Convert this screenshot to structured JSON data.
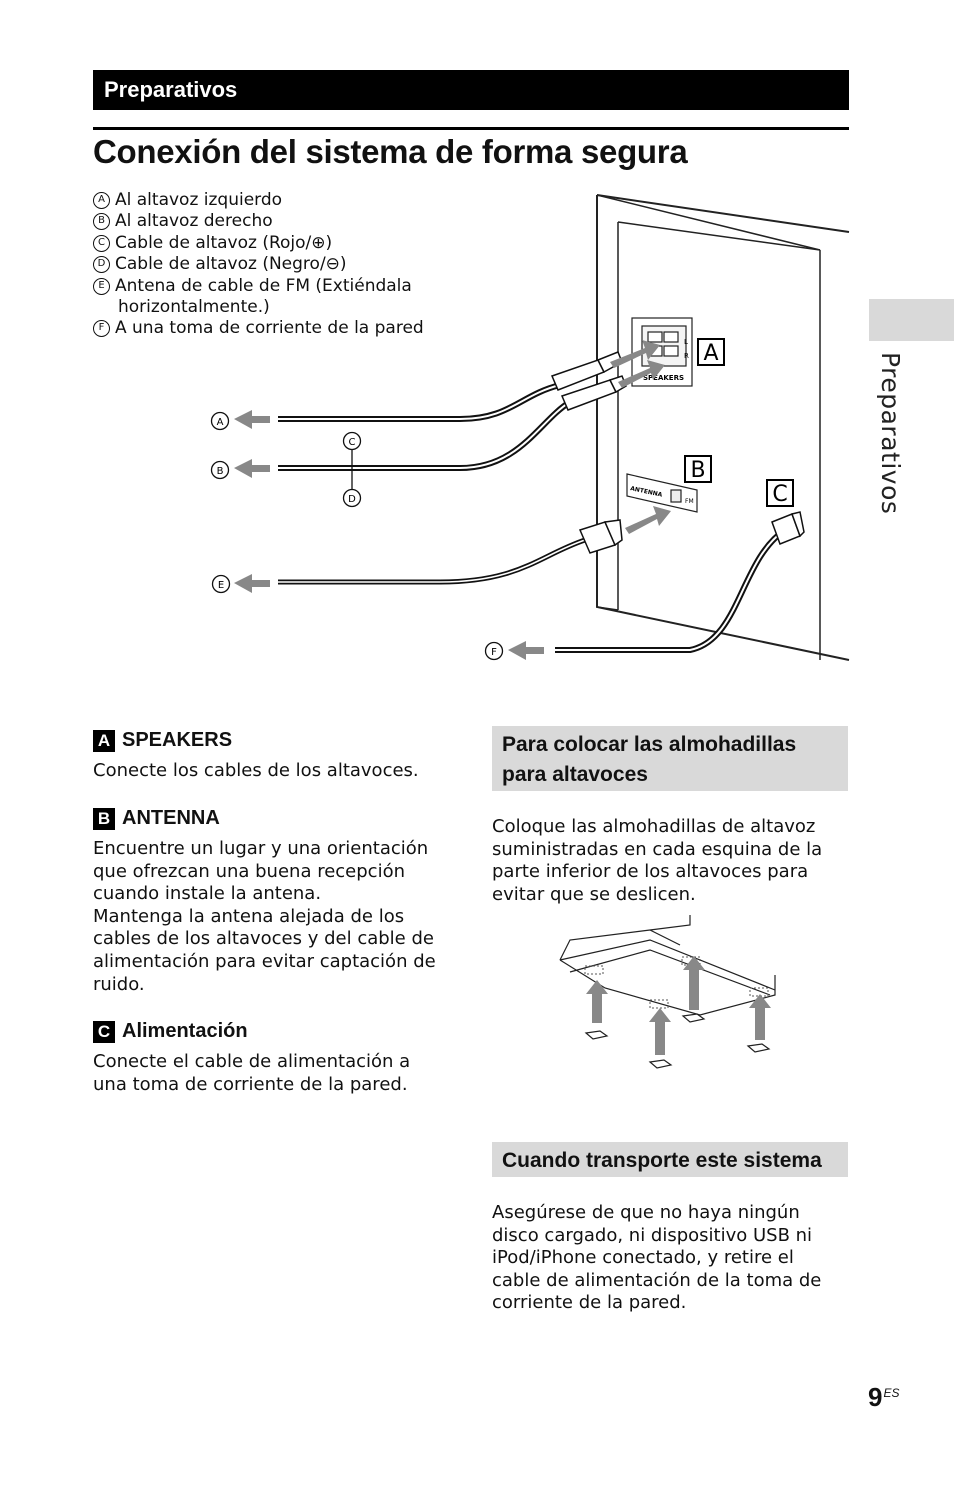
{
  "section_bar": "Preparativos",
  "title": "Conexión del sistema de forma segura",
  "side_tab": "Preparativos",
  "legend": [
    {
      "marker": "A",
      "text": "Al altavoz izquierdo"
    },
    {
      "marker": "B",
      "text": "Al altavoz derecho"
    },
    {
      "marker": "C",
      "text": "Cable de altavoz (Rojo/⊕)"
    },
    {
      "marker": "D",
      "text": "Cable de altavoz (Negro/⊖)"
    },
    {
      "marker": "E",
      "text": "Antena de cable de FM (Extiéndala",
      "cont": "horizontalmente.)"
    },
    {
      "marker": "F",
      "text": "A una toma de corriente de la pared"
    }
  ],
  "diagram": {
    "panel_labels": [
      "A",
      "B",
      "C"
    ],
    "speakers_label": "SPEAKERS",
    "antenna_label": "ANTENNA",
    "fm_label": "FM",
    "speaker_terminal_labels": [
      "L",
      "R"
    ],
    "callouts": [
      "A",
      "B",
      "C",
      "D",
      "E",
      "F"
    ]
  },
  "sections": {
    "speakers": {
      "letter": "A",
      "heading": "SPEAKERS",
      "text": "Conecte los cables de los altavoces."
    },
    "antenna": {
      "letter": "B",
      "heading": "ANTENNA",
      "lines": [
        "Encuentre un lugar y una orientación",
        "que ofrezcan una buena recepción",
        "cuando instale la antena.",
        "Mantenga la antena alejada de los",
        "cables de los altavoces y del cable de",
        "alimentación para evitar captación de",
        "ruido."
      ]
    },
    "power": {
      "letter": "C",
      "heading": "Alimentación",
      "lines": [
        "Conecte el cable de alimentación a",
        "una toma de corriente de la pared."
      ]
    }
  },
  "pads": {
    "heading_lines": [
      "Para colocar las almohadillas",
      "para altavoces"
    ],
    "lines": [
      "Coloque las almohadillas de altavoz",
      "suministradas en cada esquina de la",
      "parte inferior de los altavoces para",
      "evitar que se deslicen."
    ]
  },
  "transport": {
    "heading": "Cuando transporte este sistema",
    "lines": [
      "Asegúrese de que no haya ningún",
      "disco cargado, ni dispositivo USB ni",
      "iPod/iPhone conectado, y retire el",
      "cable de alimentación de la toma de",
      "corriente de la pared."
    ]
  },
  "page": {
    "number": "9",
    "suffix": "ES"
  }
}
